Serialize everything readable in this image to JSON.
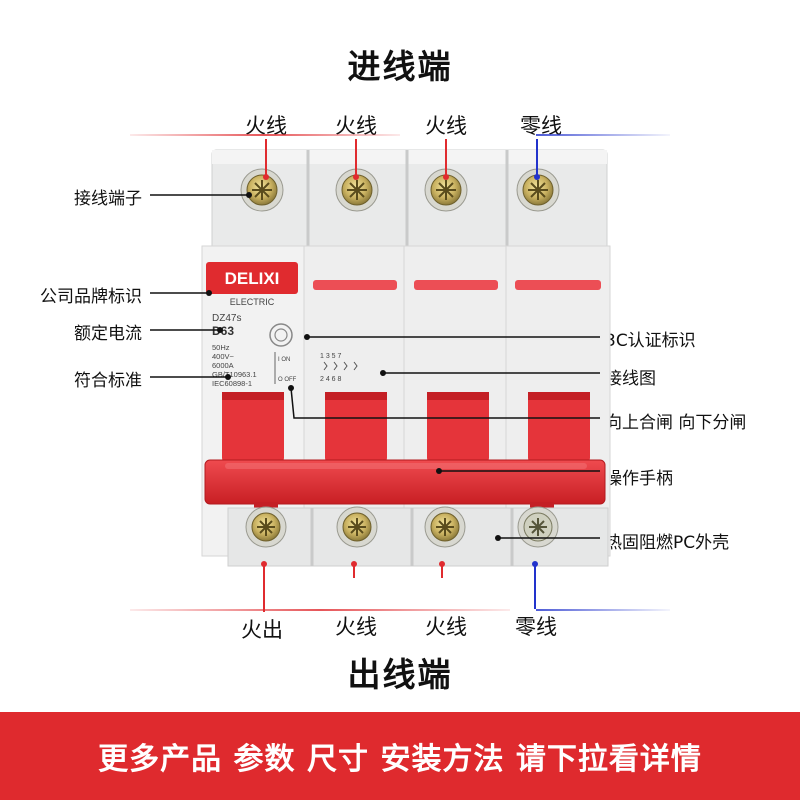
{
  "title_top": "进线端",
  "title_bottom": "出线端",
  "top_labels": [
    "火线",
    "火线",
    "火线",
    "零线"
  ],
  "bottom_labels": [
    "火出",
    "火线",
    "火线",
    "零线"
  ],
  "left_callouts": [
    "接线端子",
    "公司品牌标识",
    "额定电流",
    "符合标准"
  ],
  "right_callouts": [
    "3C认证标识",
    "接线图",
    "向上合闸 向下分闸",
    "操作手柄",
    "热固阻燃PC外壳"
  ],
  "device": {
    "brand": "DELIXI",
    "brand_sub": "ELECTRIC",
    "model": "DZ47s",
    "rating": "D63",
    "spec_lines": [
      "50Hz",
      "400V~",
      "6000A",
      "GB/T10963.1",
      "IEC60898-1"
    ],
    "switch_on": "I ON",
    "switch_off": "O OFF",
    "diagram_top": "1 3 5 7",
    "diagram_bottom": "2 4 6 8"
  },
  "footer": "更多产品 参数 尺寸 安装方法 请下拉看详情",
  "colors": {
    "red": "#e02b2f",
    "blue": "#2233cc",
    "footer_red": "#df2a2e",
    "housing": "#e9eaea"
  }
}
